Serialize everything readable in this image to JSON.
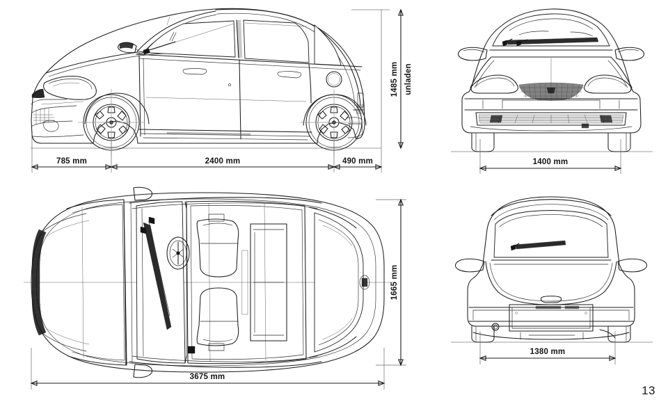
{
  "document": {
    "type": "vehicle-blueprint",
    "subject": "hatchback car orthographic projection drawing",
    "page_number": "13",
    "background_color": "#ffffff",
    "line_color": "#1b1b1b"
  },
  "views": [
    {
      "id": "side-view",
      "name": "Side elevation (left profile)",
      "position": "top-left"
    },
    {
      "id": "front-view",
      "name": "Front elevation",
      "position": "top-right"
    },
    {
      "id": "top-view",
      "name": "Plan view (roof / interior)",
      "position": "bottom-left"
    },
    {
      "id": "rear-view",
      "name": "Rear elevation",
      "position": "bottom-right"
    }
  ],
  "dimensions": {
    "side_front_overhang": "785 mm",
    "side_wheelbase": "2400 mm",
    "side_rear_overhang": "490 mm",
    "side_height": "1485 mm",
    "side_height_note": "unladen",
    "front_track": "1400 mm",
    "top_length": "3675 mm",
    "top_width": "1665 mm",
    "rear_track": "1380 mm"
  }
}
